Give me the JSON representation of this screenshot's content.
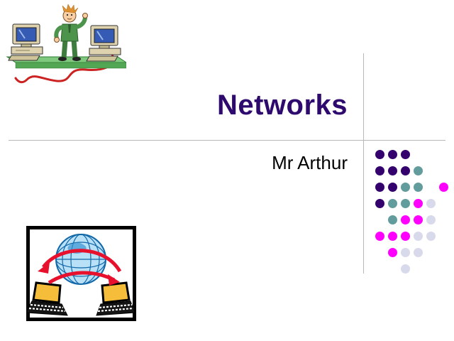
{
  "slide": {
    "title": "Networks",
    "subtitle": "Mr Arthur"
  },
  "decor": {
    "title_color": "#2f0a6e",
    "rule_color": "#b8b8b8",
    "dots": {
      "palette": {
        "p": "#33006e",
        "t": "#629c9c",
        "m": "#ff00ff",
        "l": "#d9d9ec"
      },
      "grid": [
        [
          "p",
          "p",
          "p",
          "",
          "",
          ""
        ],
        [
          "p",
          "p",
          "p",
          "t",
          "",
          ""
        ],
        [
          "p",
          "p",
          "t",
          "t",
          "",
          "m"
        ],
        [
          "p",
          "t",
          "t",
          "m",
          "l",
          ""
        ],
        [
          "",
          "t",
          "m",
          "m",
          "l",
          ""
        ],
        [
          "m",
          "m",
          "m",
          "l",
          "l",
          ""
        ],
        [
          "",
          "m",
          "l",
          "l",
          "",
          ""
        ],
        [
          "",
          "",
          "l",
          "",
          "",
          ""
        ]
      ]
    },
    "cliparts": {
      "top_left": "man-between-two-computers-clipart",
      "bottom_left": "laptops-globe-network-clipart"
    }
  }
}
